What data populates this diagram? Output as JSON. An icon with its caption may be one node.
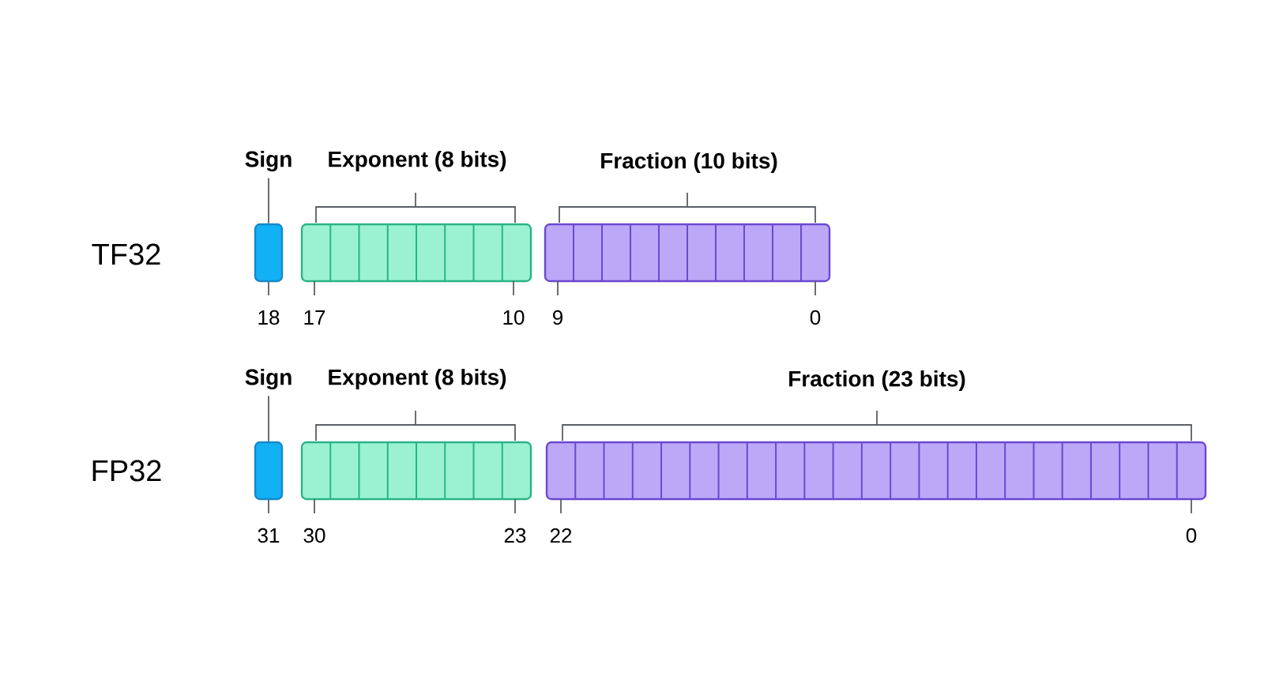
{
  "diagram": {
    "nodes": [
      {
        "text": [
          "Sign"
        ]
      },
      {
        "text": [],
        "shape": "box"
      },
      {
        "text": [
          "Sign"
        ]
      },
      {
        "text": [],
        "shape": "box"
      }
    ],
    "edges": [
      {
        "from": 0,
        "to": 1,
        "arrow": "none"
      },
      {
        "from": 2,
        "to": 3,
        "arrow": "none"
      }
    ],
    "labels": [
      "Exponent (8 bits)",
      "Fraction (10 bits)",
      "TF32",
      "18",
      "17",
      "10",
      "9",
      "0",
      "Exponent (8 bits)",
      "Fraction (23 bits)",
      "FP32",
      "31",
      "30",
      "23",
      "22",
      "0"
    ]
  }
}
